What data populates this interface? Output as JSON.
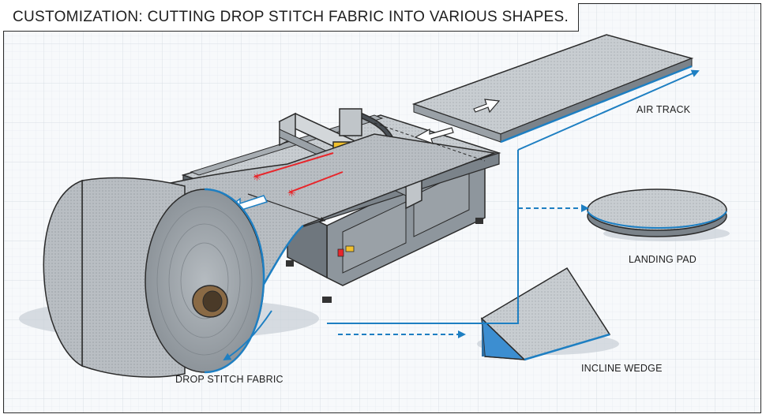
{
  "title": "CUSTOMIZATION: CUTTING DROP STITCH FABRIC INTO VARIOUS SHAPES.",
  "labels": {
    "air_track": "AIR TRACK",
    "landing_pad": "LANDING PAD",
    "incline_wedge": "INCLINE WEDGE",
    "drop_stitch_fabric": "DROP STITCH FABRIC"
  },
  "colors": {
    "accent": "#1e7fc2",
    "laser": "#e8262b",
    "panel": "#8e969d",
    "frame": "#2b2b2b"
  }
}
